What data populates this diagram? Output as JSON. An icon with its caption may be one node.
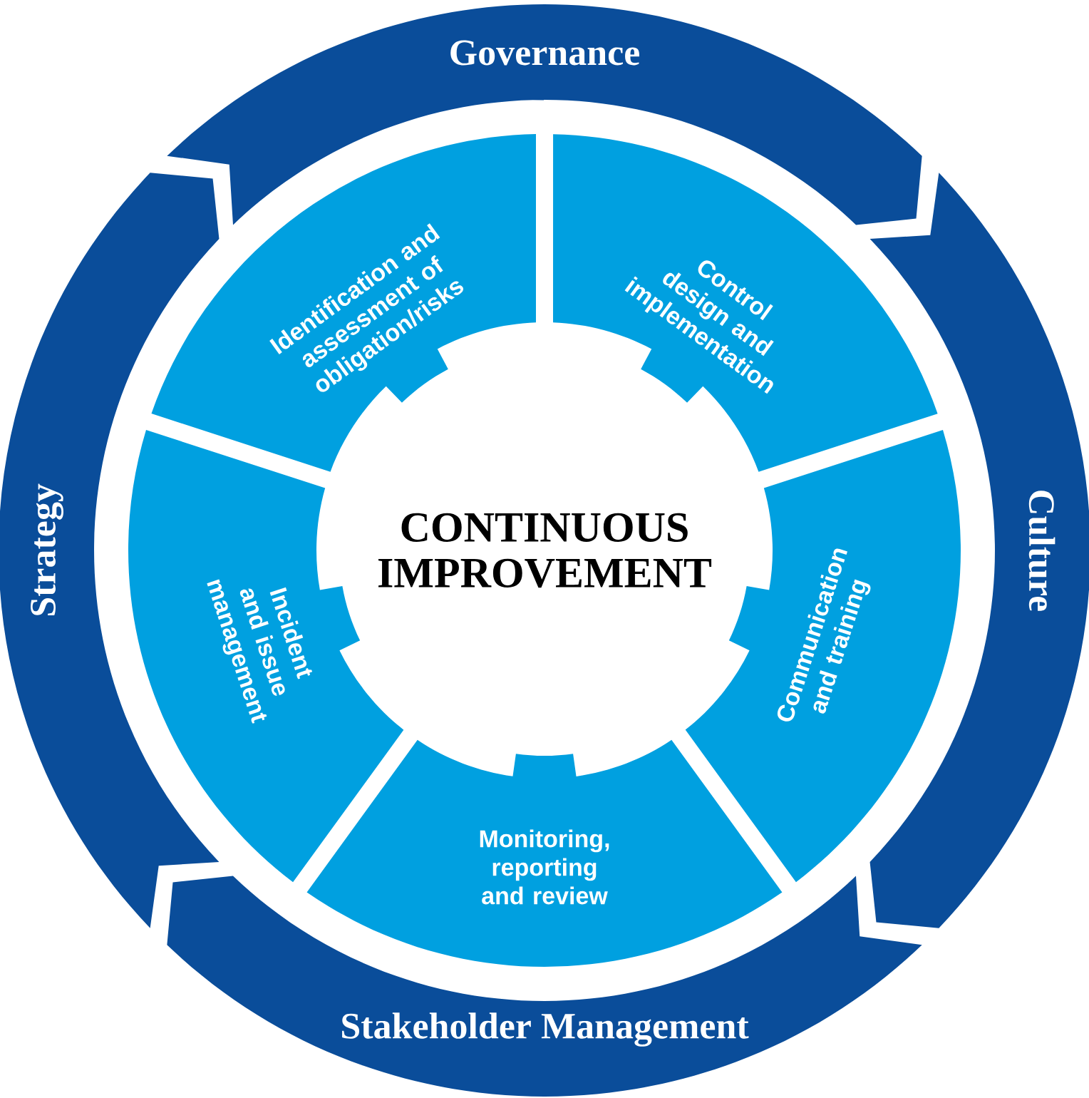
{
  "diagram": {
    "nodes": [
      {
        "text": [
          "Governance"
        ]
      },
      {
        "text": [
          "Culture"
        ]
      },
      {
        "text": [
          "Stakeholder Management"
        ]
      },
      {
        "text": [
          "Strategy"
        ]
      },
      {
        "text": [
          "Identification and assessment of obligation/risks"
        ]
      },
      {
        "text": [
          "Control design and implementation"
        ]
      },
      {
        "text": [
          "Communication and training"
        ]
      },
      {
        "text": [
          "Monitoring, reporting and review"
        ]
      },
      {
        "text": [
          "Incident and issue management"
        ]
      },
      {
        "text": [
          "CONTINUOUS IMPROVEMENT"
        ]
      }
    ]
  }
}
